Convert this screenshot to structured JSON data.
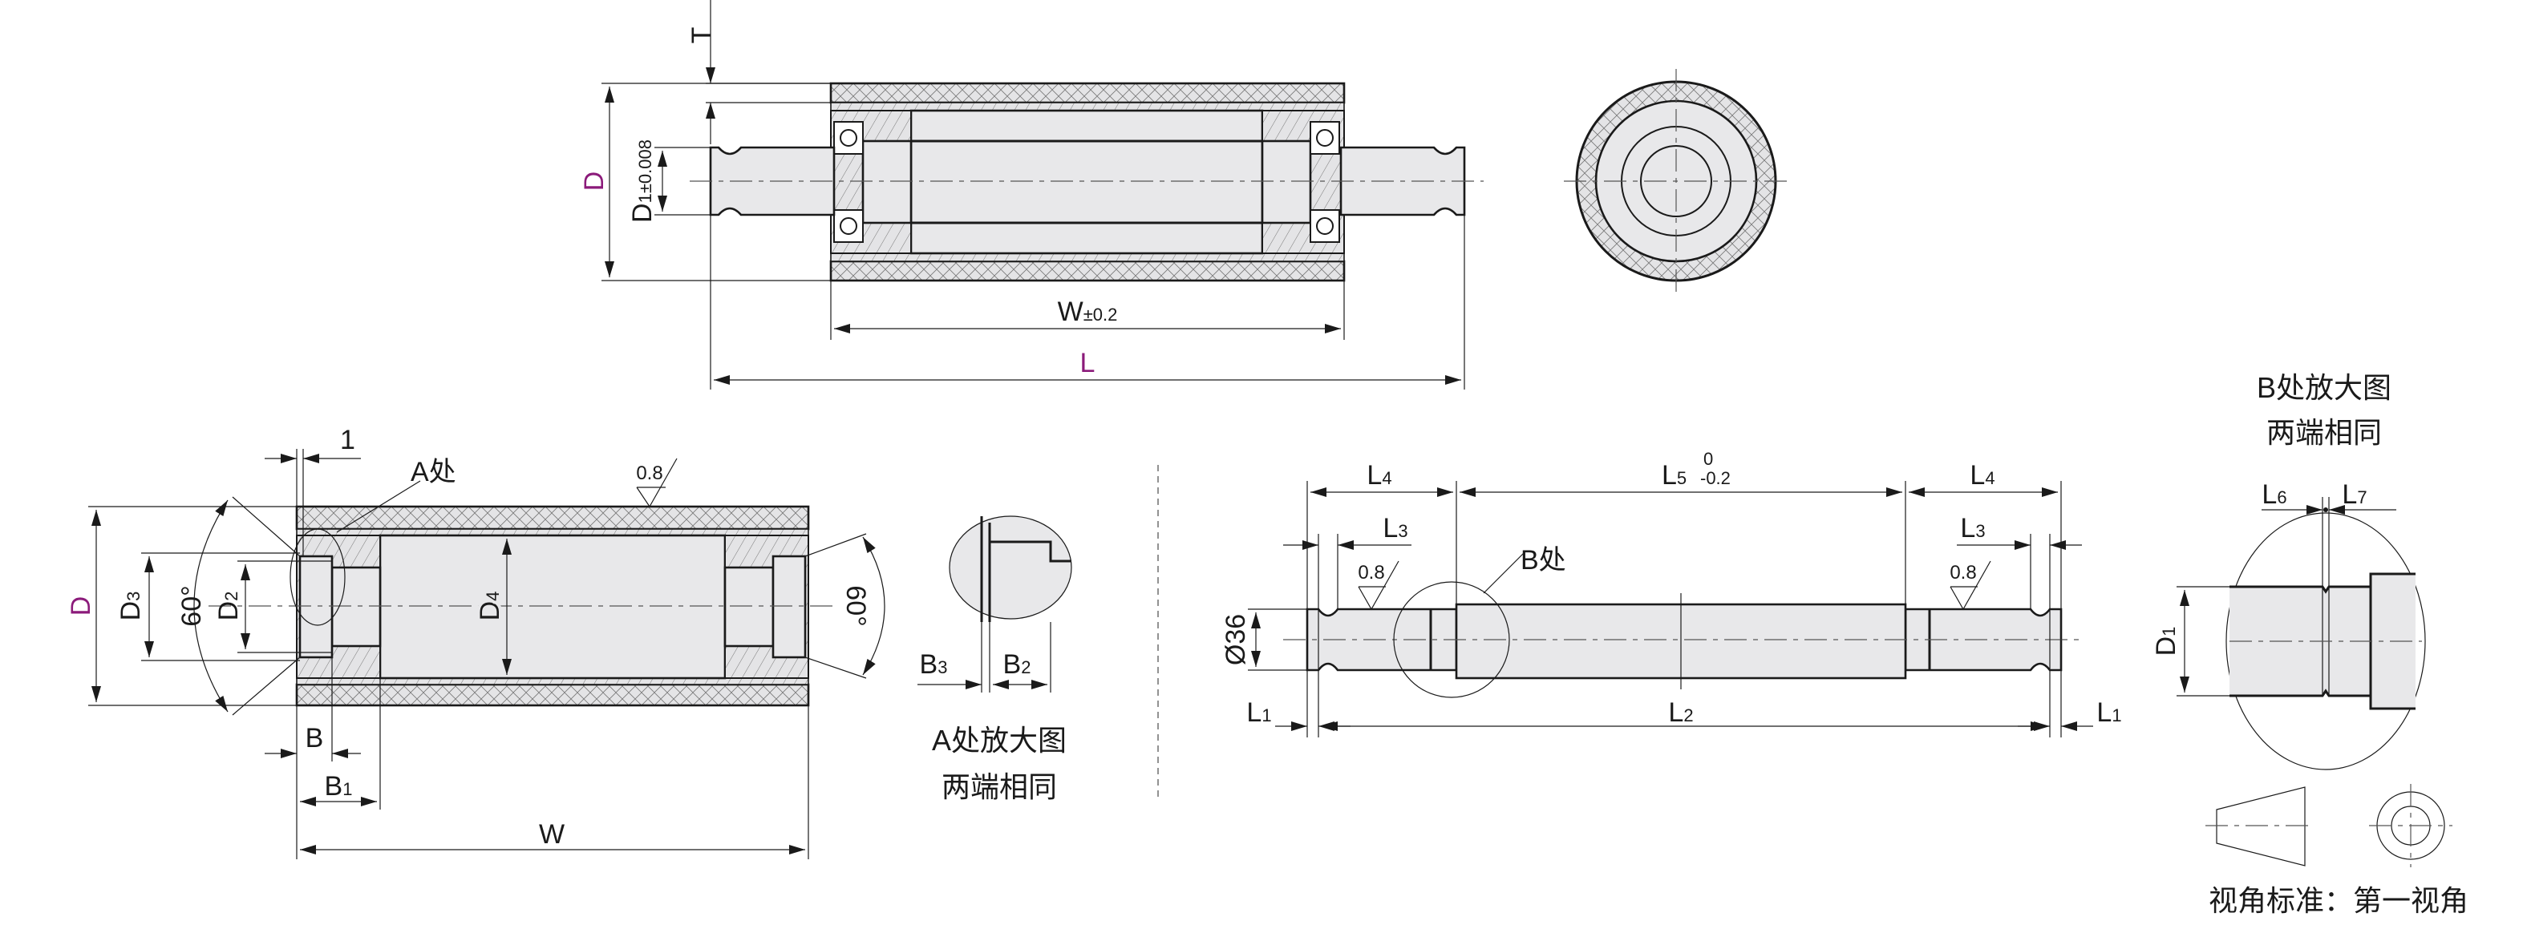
{
  "colors": {
    "accent": "#8b1a7a",
    "part_fill": "#e8e8ea",
    "line": "#1a1a1a"
  },
  "assembly_view": {
    "T": "T",
    "D": "D",
    "D1": {
      "main": "D",
      "sub": "1±0.008"
    },
    "W": {
      "main": "W",
      "sub": "±0.2"
    },
    "L": "L"
  },
  "sleeve_view": {
    "one": "1",
    "A_callout": "A处",
    "roughness": "0.8",
    "D": "D",
    "D3": {
      "main": "D",
      "sub": "3"
    },
    "D2": {
      "main": "D",
      "sub": "2"
    },
    "D4": {
      "main": "D",
      "sub": "4"
    },
    "angle_left": "60°",
    "angle_right": "60°",
    "B": "B",
    "B1": {
      "main": "B",
      "sub": "1"
    },
    "W": "W"
  },
  "detail_a": {
    "B3": {
      "main": "B",
      "sub": "3"
    },
    "B2": {
      "main": "B",
      "sub": "2"
    },
    "caption_line1": "A处放大图",
    "caption_line2": "两端相同"
  },
  "shaft_view": {
    "L4_left": {
      "main": "L",
      "sub": "4"
    },
    "L5": {
      "main": "L",
      "sub": "5",
      "tol_upper": "0",
      "tol_lower": "-0.2"
    },
    "L4_right": {
      "main": "L",
      "sub": "4"
    },
    "L3_left": {
      "main": "L",
      "sub": "3"
    },
    "L3_right": {
      "main": "L",
      "sub": "3"
    },
    "roughness_left": "0.8",
    "roughness_right": "0.8",
    "B_callout": "B处",
    "diameter": "Ø36",
    "L1_left": {
      "main": "L",
      "sub": "1"
    },
    "L2": {
      "main": "L",
      "sub": "2"
    },
    "L1_right": {
      "main": "L",
      "sub": "1"
    }
  },
  "detail_b": {
    "caption_line1": "B处放大图",
    "caption_line2": "两端相同",
    "L6": {
      "main": "L",
      "sub": "6"
    },
    "L7": {
      "main": "L",
      "sub": "7"
    },
    "D1": {
      "main": "D",
      "sub": "1"
    }
  },
  "projection": {
    "label": "视角标准：第一视角"
  }
}
